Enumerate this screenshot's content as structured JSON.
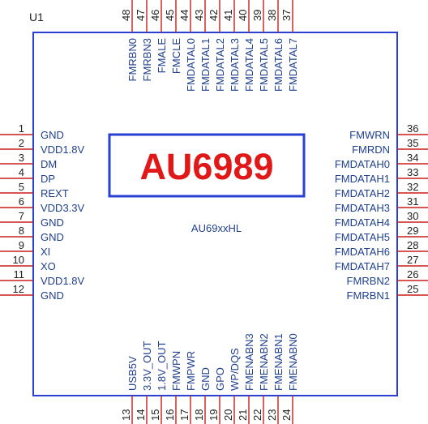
{
  "component": {
    "ref": "U1",
    "chip_name": "AU6989",
    "part_number": "AU69xxHL"
  },
  "colors": {
    "body_outline": "#2a3fd4",
    "pin_line": "#c81e1e",
    "chip_text": "#e01818",
    "label_text": "#1f3f8f",
    "number_text": "#222222"
  },
  "pins": {
    "left": [
      {
        "num": "1",
        "name": "GND"
      },
      {
        "num": "2",
        "name": "VDD1.8V"
      },
      {
        "num": "3",
        "name": "DM"
      },
      {
        "num": "4",
        "name": "DP"
      },
      {
        "num": "5",
        "name": "REXT"
      },
      {
        "num": "6",
        "name": "VDD3.3V"
      },
      {
        "num": "7",
        "name": "GND"
      },
      {
        "num": "8",
        "name": "GND"
      },
      {
        "num": "9",
        "name": "XI"
      },
      {
        "num": "10",
        "name": "XO"
      },
      {
        "num": "11",
        "name": "VDD1.8V"
      },
      {
        "num": "12",
        "name": "GND"
      }
    ],
    "right": [
      {
        "num": "36",
        "name": "FMWRN"
      },
      {
        "num": "35",
        "name": "FMRDN"
      },
      {
        "num": "34",
        "name": "FMDATAH0"
      },
      {
        "num": "33",
        "name": "FMDATAH1"
      },
      {
        "num": "32",
        "name": "FMDATAH2"
      },
      {
        "num": "31",
        "name": "FMDATAH3"
      },
      {
        "num": "30",
        "name": "FMDATAH4"
      },
      {
        "num": "29",
        "name": "FMDATAH5"
      },
      {
        "num": "28",
        "name": "FMDATAH6"
      },
      {
        "num": "27",
        "name": "FMDATAH7"
      },
      {
        "num": "26",
        "name": "FMRBN2"
      },
      {
        "num": "25",
        "name": "FMRBN1"
      }
    ],
    "top": [
      {
        "num": "48",
        "name": "FMRBN0"
      },
      {
        "num": "47",
        "name": "FMRBN3"
      },
      {
        "num": "46",
        "name": "FMALE"
      },
      {
        "num": "45",
        "name": "FMCLE"
      },
      {
        "num": "44",
        "name": "FMDATAL0"
      },
      {
        "num": "43",
        "name": "FMDATAL1"
      },
      {
        "num": "42",
        "name": "FMDATAL2"
      },
      {
        "num": "41",
        "name": "FMDATAL3"
      },
      {
        "num": "40",
        "name": "FMDATAL4"
      },
      {
        "num": "39",
        "name": "FMDATAL5"
      },
      {
        "num": "38",
        "name": "FMDATAL6"
      },
      {
        "num": "37",
        "name": "FMDATAL7"
      }
    ],
    "bottom": [
      {
        "num": "13",
        "name": "USB5V"
      },
      {
        "num": "14",
        "name": "3.3V_OUT"
      },
      {
        "num": "15",
        "name": "1.8V_OUT"
      },
      {
        "num": "16",
        "name": "FMWPN"
      },
      {
        "num": "17",
        "name": "FMPWR"
      },
      {
        "num": "18",
        "name": "GND"
      },
      {
        "num": "19",
        "name": "GPO"
      },
      {
        "num": "20",
        "name": "WP/DQS"
      },
      {
        "num": "21",
        "name": "FMENABN3"
      },
      {
        "num": "22",
        "name": "FMENABN2"
      },
      {
        "num": "23",
        "name": "FMENABN1"
      },
      {
        "num": "24",
        "name": "FMENABN0"
      }
    ]
  }
}
